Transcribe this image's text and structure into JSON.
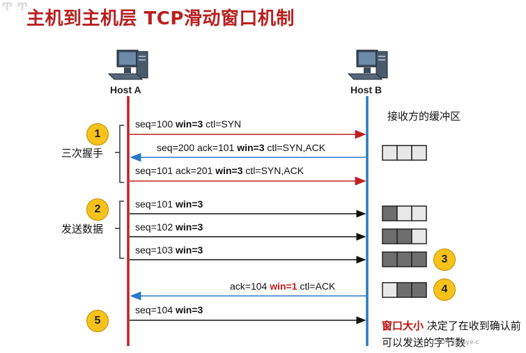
{
  "corner_mark": "Ͳ Ͳ",
  "title": "主机到主机层 TCP滑动窗口机制",
  "host_a": "Host A",
  "host_b": "Host B",
  "buffer_label": "接收方的缓冲区",
  "phase_1": "三次握手",
  "phase_2": "发送数据",
  "badges": [
    "1",
    "2",
    "3",
    "4",
    "5"
  ],
  "messages": {
    "m1": {
      "pre": "seq=100  ",
      "win": "win=3",
      "post": "  ctl=SYN"
    },
    "m2": {
      "pre": "seq=200  ack=101  ",
      "win": "win=3",
      "post": "  ctl=SYN,ACK"
    },
    "m3": {
      "pre": "seq=101  ack=201  ",
      "win": "win=3",
      "post": "  ctl=SYN,ACK"
    },
    "m4": {
      "pre": "seq=101  ",
      "win": "win=3",
      "post": ""
    },
    "m5": {
      "pre": "seq=102  ",
      "win": "win=3",
      "post": ""
    },
    "m6": {
      "pre": "seq=103  ",
      "win": "win=3",
      "post": ""
    },
    "m7": {
      "pre": "ack=104  ",
      "win": "win=1",
      "post": "  ctl=ACK"
    },
    "m8": {
      "pre": "seq=104  ",
      "win": "win=3",
      "post": ""
    }
  },
  "note": {
    "highlight": "窗口大小",
    "rest": " 决定了在收到确认前可以发送的字节数"
  },
  "watermark": "CSDN @Kaye-c",
  "colors": {
    "host_a_line": "#c02020",
    "host_b_line": "#2a78c8",
    "filled": "#6e6e6e",
    "empty": "#e8e8e8"
  }
}
